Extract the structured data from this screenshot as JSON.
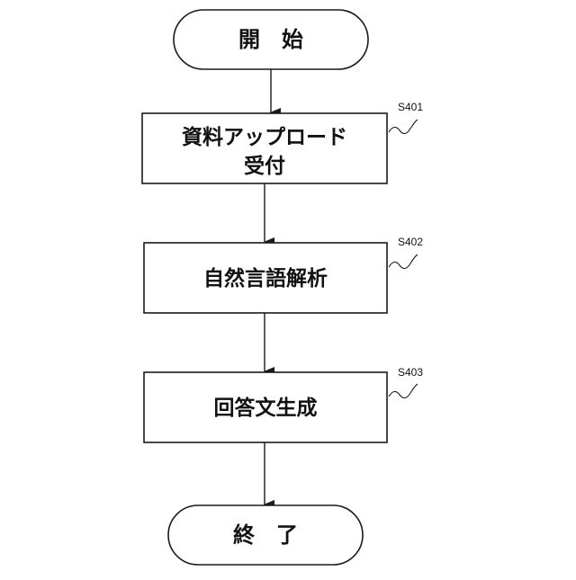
{
  "flowchart": {
    "start": {
      "label": "開　始"
    },
    "steps": [
      {
        "id": "S401",
        "lines": [
          "資料アップロード",
          "受付"
        ]
      },
      {
        "id": "S402",
        "lines": [
          "自然言語解析"
        ]
      },
      {
        "id": "S403",
        "lines": [
          "回答文生成"
        ]
      }
    ],
    "end": {
      "label": "終　了"
    }
  },
  "colors": {
    "stroke": "#1a1a1a",
    "text": "#111111",
    "background": "#ffffff"
  }
}
